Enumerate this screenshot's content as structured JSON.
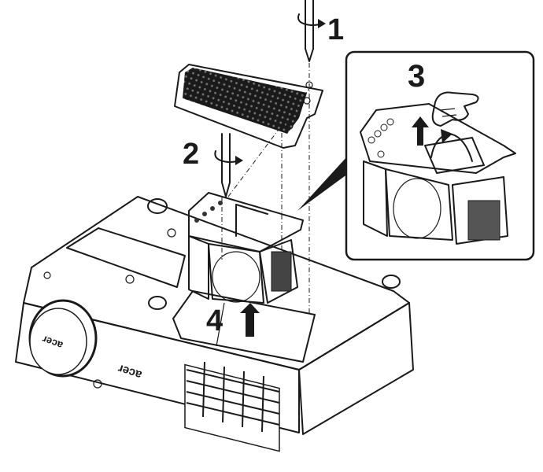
{
  "diagram": {
    "subject": "Projector lamp replacement",
    "steps": [
      {
        "number": "1",
        "action": "Loosen lamp cover screw"
      },
      {
        "number": "2",
        "action": "Loosen lamp module screw"
      },
      {
        "number": "3",
        "action": "Lift lamp handle"
      },
      {
        "number": "4",
        "action": "Pull lamp module out"
      }
    ],
    "brand_text": "acer",
    "colors": {
      "line": "#1a1a1a",
      "background": "#ffffff",
      "shade": "#8a8a8a",
      "light_shade": "#d0d0d0"
    }
  }
}
